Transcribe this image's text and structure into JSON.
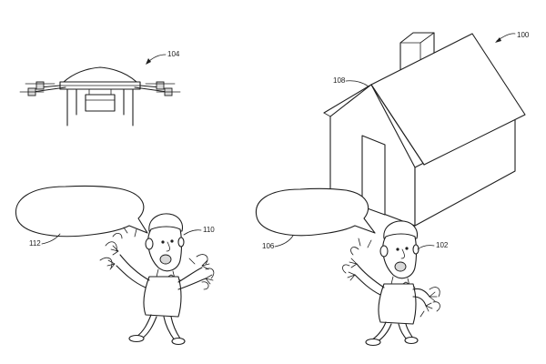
{
  "labels": {
    "fig_ref": "100",
    "person_right": "102",
    "drone": "104",
    "speech_right": "106",
    "house": "108",
    "person_left": "110",
    "speech_left": "112"
  },
  "colors": {
    "line": "#1e1e1e",
    "background": "#ffffff"
  },
  "icons": {
    "drone": "quadcopter-drone-icon",
    "house": "house-icon",
    "person": "cartoon-person-icon",
    "speech": "speech-bubble-icon",
    "arrow": "reference-arrow-icon"
  }
}
